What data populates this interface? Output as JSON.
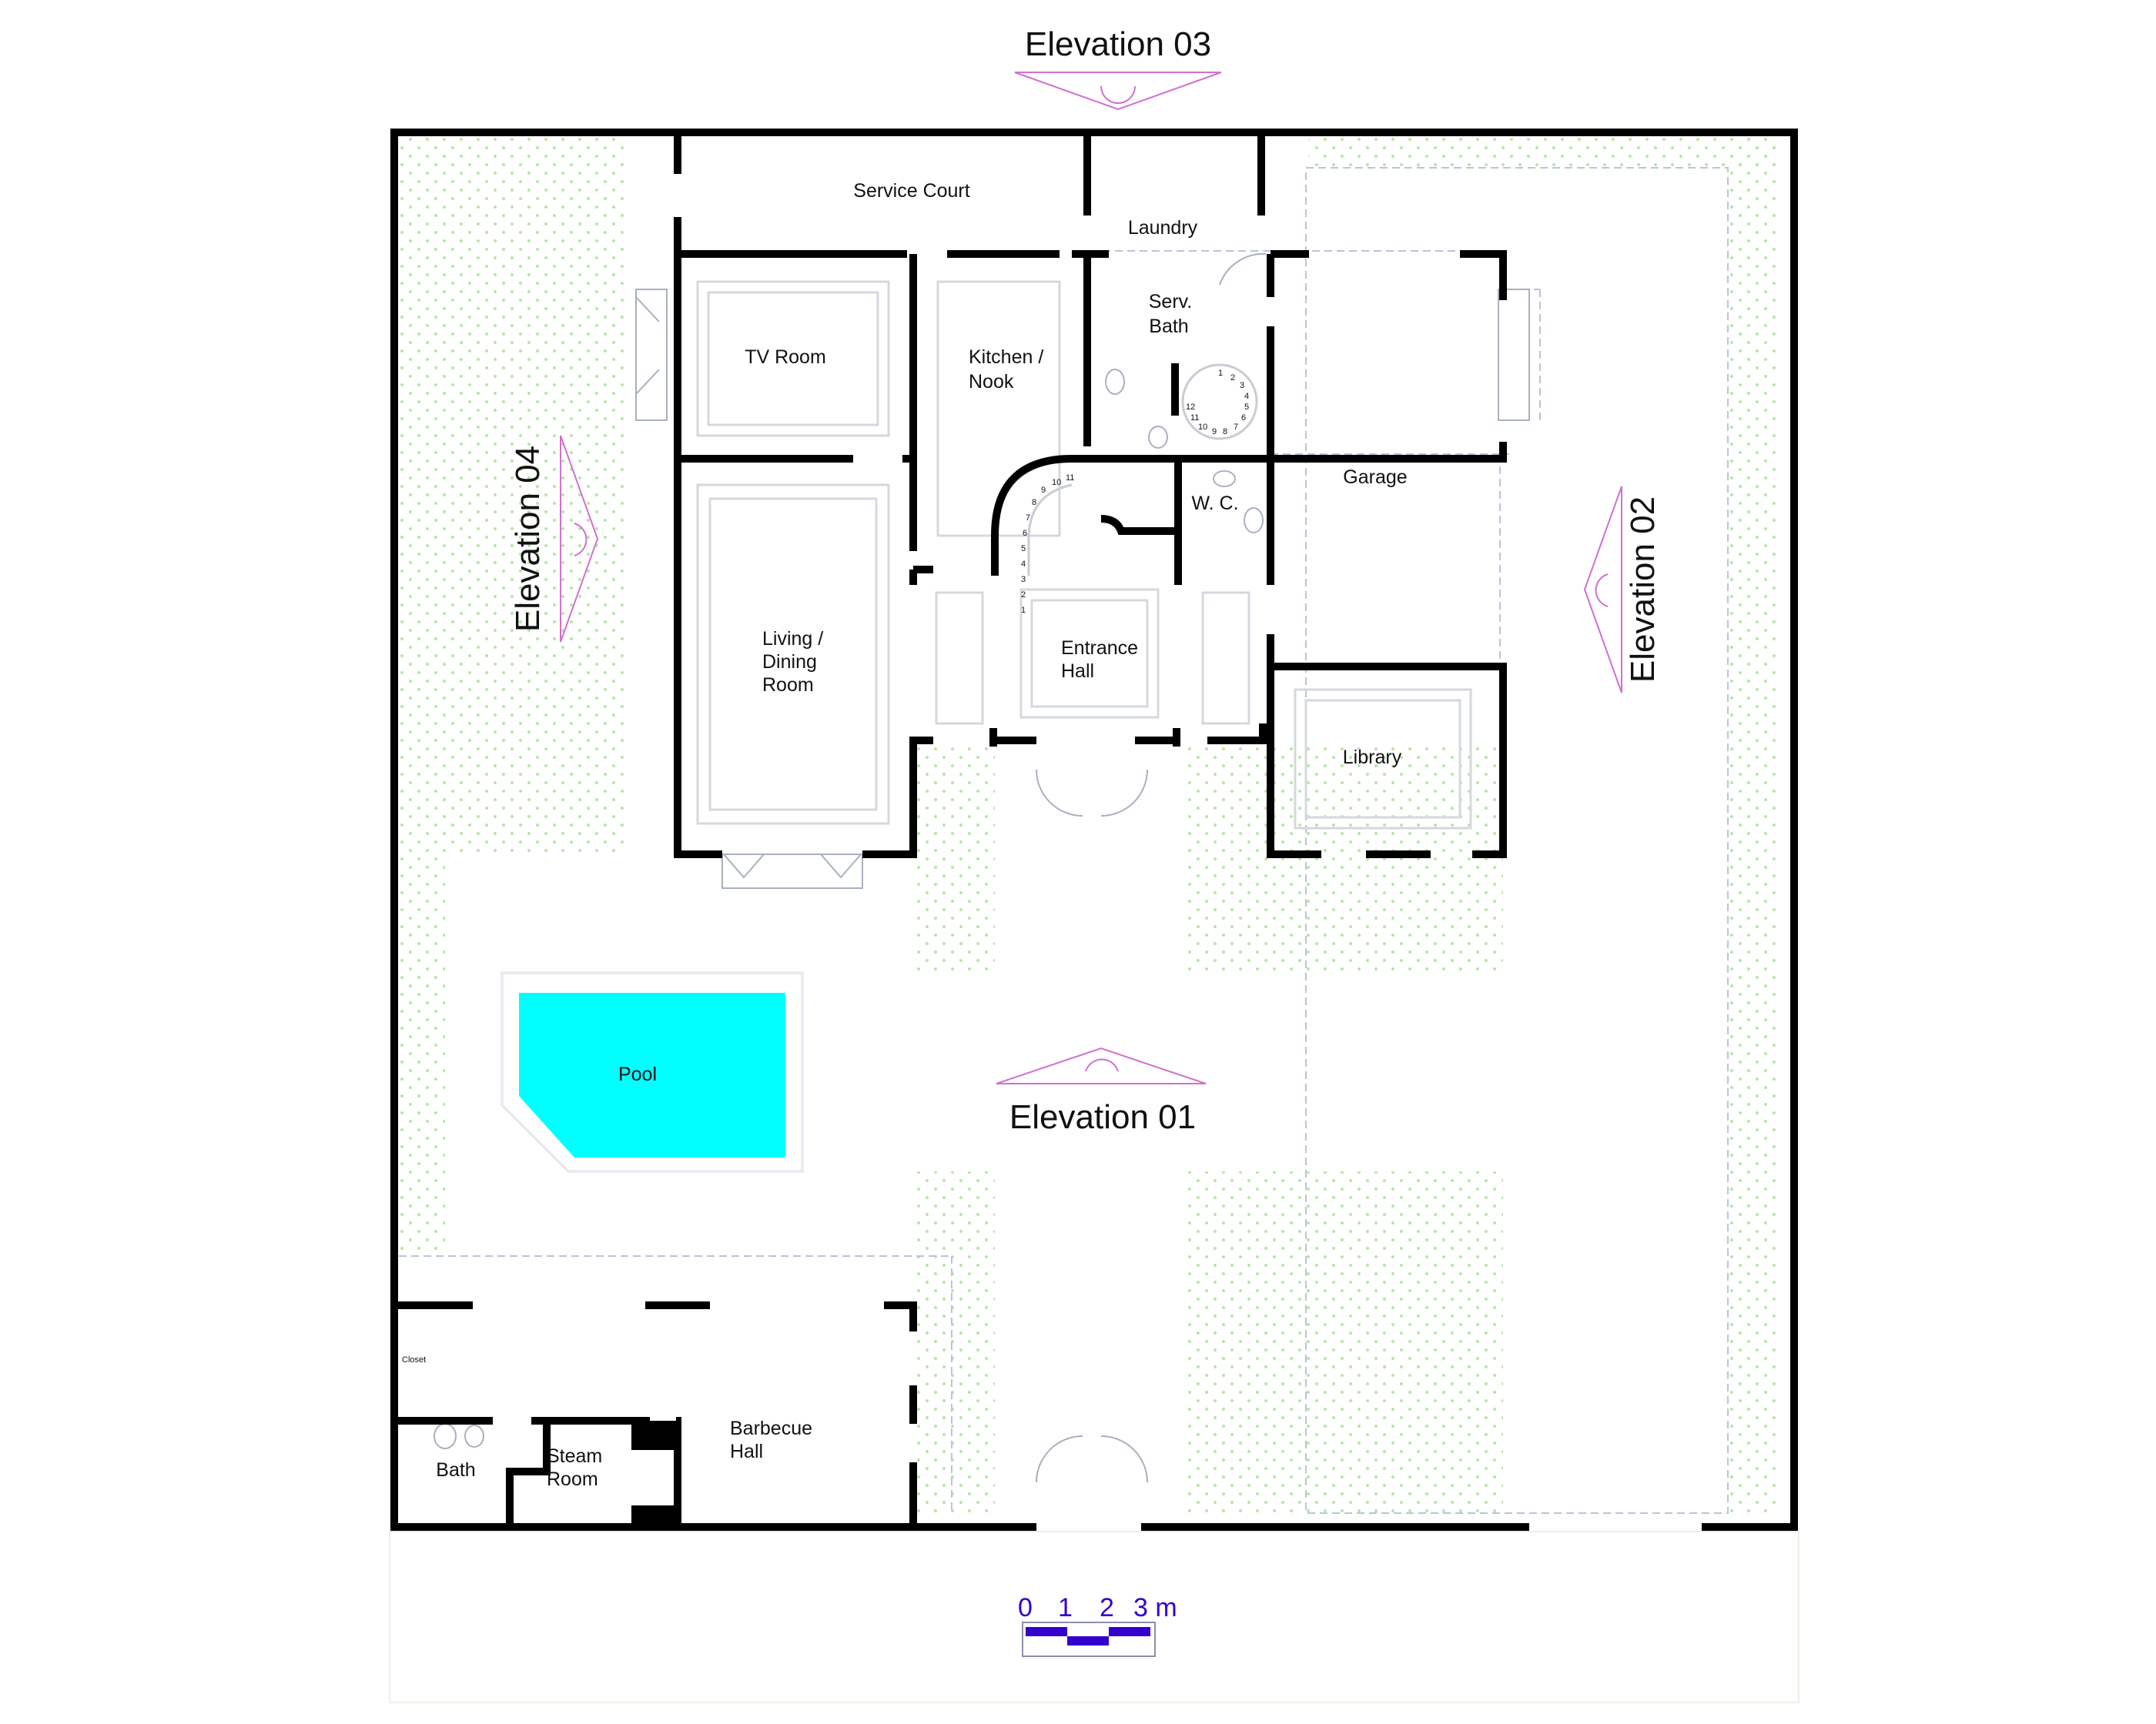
{
  "elevations": {
    "top": "Elevation 03",
    "bottom": "Elevation 01",
    "left": "Elevation 04",
    "right": "Elevation 02"
  },
  "rooms": {
    "service_court": "Service Court",
    "laundry": "Laundry",
    "serv_bath_line1": "Serv.",
    "serv_bath_line2": "Bath",
    "tv_room": "TV Room",
    "kitchen_line1": "Kitchen /",
    "kitchen_line2": "Nook",
    "garage": "Garage",
    "wc": "W. C.",
    "living_line1": "Living /",
    "living_line2": "Dining",
    "living_line3": "Room",
    "entrance_line1": "Entrance",
    "entrance_line2": "Hall",
    "library": "Library",
    "pool": "Pool",
    "closet": "Closet",
    "bath": "Bath",
    "steam_line1": "Steam",
    "steam_line2": "Room",
    "barbecue_line1": "Barbecue",
    "barbecue_line2": "Hall"
  },
  "stairs": {
    "main_steps": [
      "1",
      "2",
      "3",
      "4",
      "5",
      "6",
      "7",
      "8",
      "9",
      "10",
      "11"
    ],
    "spiral_steps": [
      "1",
      "2",
      "3",
      "4",
      "5",
      "6",
      "7",
      "8",
      "9",
      "10",
      "11",
      "12"
    ]
  },
  "scale_bar": {
    "labels": [
      "0",
      "1",
      "2",
      "3 m"
    ]
  },
  "colors": {
    "wall": "#000000",
    "pool": "#00ffff",
    "elevation_marker": "#d070d0",
    "scale": "#3300cc",
    "grass_dot": "#b6e6a6",
    "fixture_line": "#a8b0c0"
  }
}
